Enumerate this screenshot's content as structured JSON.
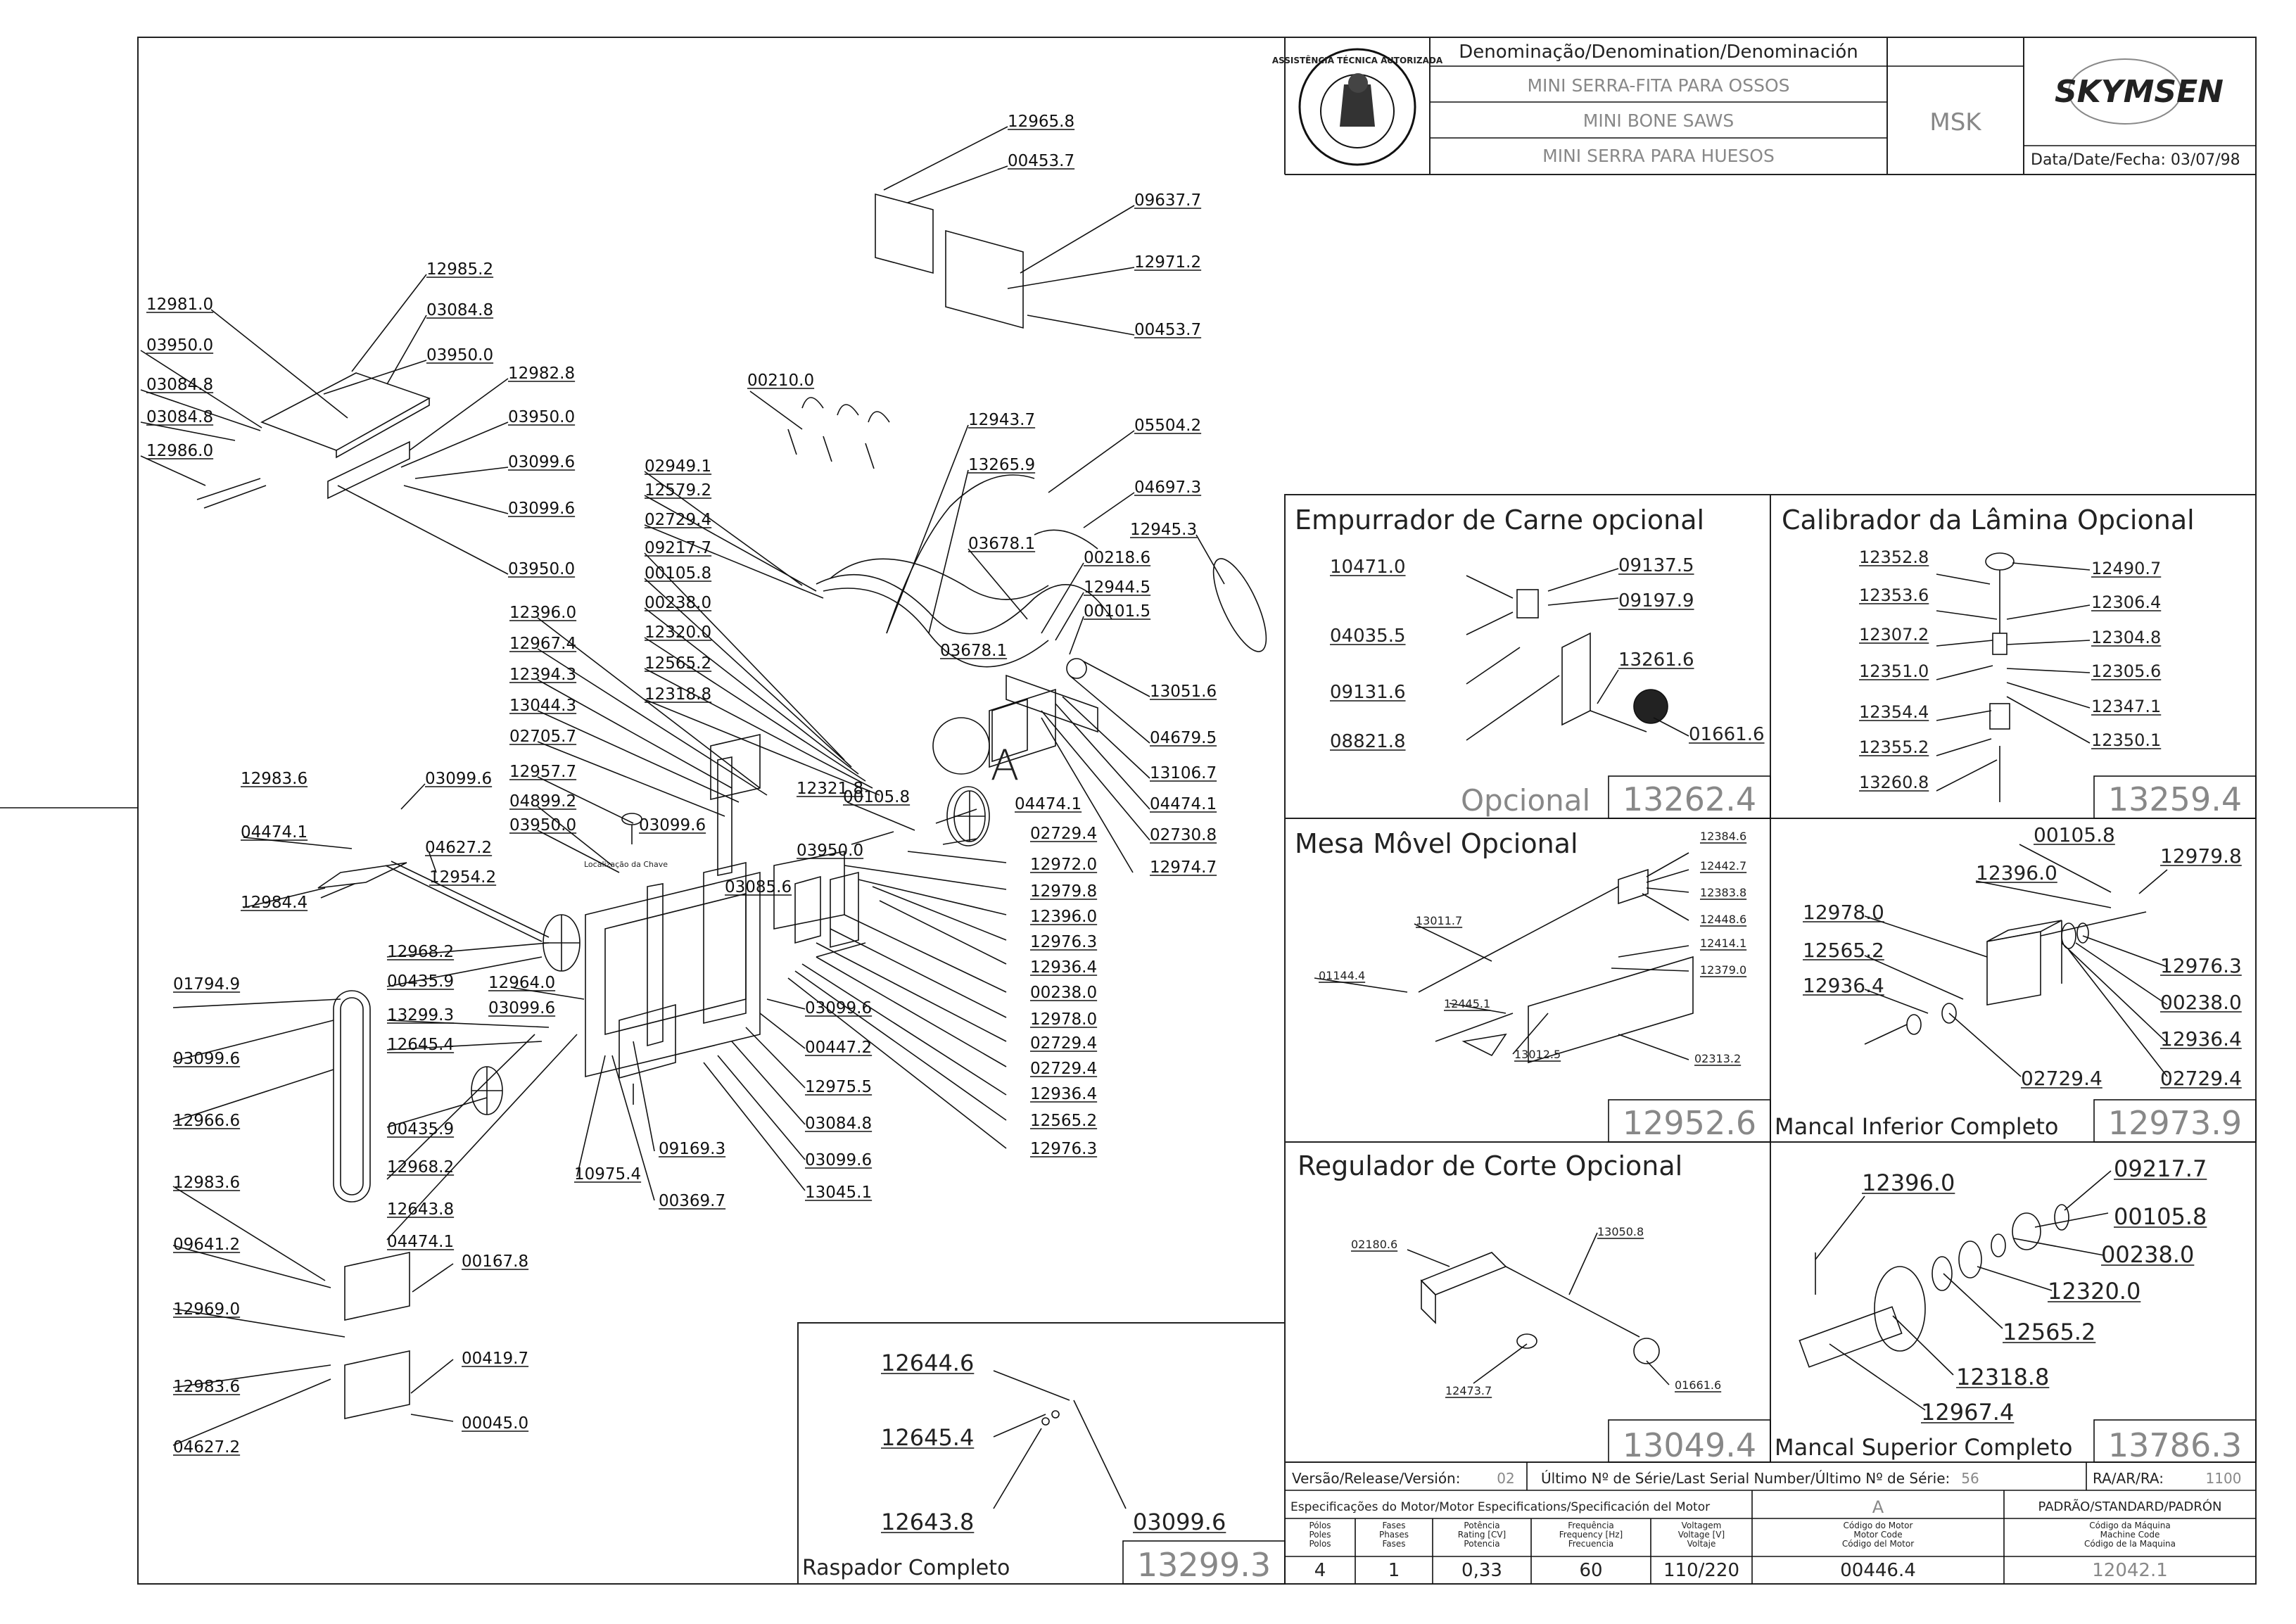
{
  "title_block": {
    "denomination_header": "Denominação/Denomination/Denominación",
    "name_pt": "MINI SERRA-FITA PARA OSSOS",
    "name_en": "MINI BONE SAWS",
    "name_es": "MINI SERRA PARA HUESOS",
    "model": "MSK",
    "brand": "SKYMSEN",
    "date": "Data/Date/Fecha: 03/07/98",
    "stamp_text": "ASSISTÊNCIA TÉCNICA AUTORIZADA"
  },
  "parts": {
    "p12965_8": "12965.8",
    "p00453_7a": "00453.7",
    "p09637_7": "09637.7",
    "p12971_2": "12971.2",
    "p00453_7b": "00453.7",
    "p12985_2": "12985.2",
    "p12981_0": "12981.0",
    "p03084_8a": "03084.8",
    "p03950_0a": "03950.0",
    "p03950_0b": "03950.0",
    "p03084_8b": "03084.8",
    "p03084_8c": "03084.8",
    "p12982_8": "12982.8",
    "p12986_0": "12986.0",
    "p03950_0c": "03950.0",
    "p03099_6a": "03099.6",
    "p03099_6b": "03099.6",
    "p03950_0d": "03950.0",
    "p00210_0": "00210.0",
    "p12943_7": "12943.7",
    "p05504_2": "05504.2",
    "p13265_9": "13265.9",
    "p04697_3": "04697.3",
    "p12945_3": "12945.3",
    "p02949_1": "02949.1",
    "p12579_2": "12579.2",
    "p02729_4a": "02729.4",
    "p09217_7": "09217.7",
    "p00105_8a": "00105.8",
    "p00238_0a": "00238.0",
    "p12320_0": "12320.0",
    "p12565_2a": "12565.2",
    "p12318_8": "12318.8",
    "p03678_1a": "03678.1",
    "p00218_6": "00218.6",
    "p12944_5": "12944.5",
    "p00101_5": "00101.5",
    "p03678_1b": "03678.1",
    "p13051_6": "13051.6",
    "p04679_5": "04679.5",
    "p13106_7": "13106.7",
    "p04474_1a": "04474.1",
    "p02730_8": "02730.8",
    "p12974_7": "12974.7",
    "p12396_0a": "12396.0",
    "p12967_4": "12967.4",
    "p12394_3": "12394.3",
    "p13044_3": "13044.3",
    "p02705_7": "02705.7",
    "p12957_7": "12957.7",
    "p04899_2": "04899.2",
    "p03950_0e": "03950.0",
    "p03099_6c": "03099.6",
    "p12321_8": "12321.8",
    "p03950_0f": "03950.0",
    "p00105_8b": "00105.8",
    "p04474_1b": "04474.1",
    "p02729_4b": "02729.4",
    "p12972_0": "12972.0",
    "p12979_8": "12979.8",
    "p12396_0b": "12396.0",
    "p12976_3a": "12976.3",
    "p12936_4a": "12936.4",
    "p00238_0b": "00238.0",
    "p12978_0": "12978.0",
    "p02729_4c": "02729.4",
    "p02729_4d": "02729.4",
    "p12936_4b": "12936.4",
    "p12565_2b": "12565.2",
    "p12976_3b": "12976.3",
    "p03085_6": "03085.6",
    "p12983_6a": "12983.6",
    "p03099_6d": "03099.6",
    "p04474_1c": "04474.1",
    "p04627_2a": "04627.2",
    "p12954_2": "12954.2",
    "p12984_4": "12984.4",
    "p12968_2a": "12968.2",
    "p00435_9a": "00435.9",
    "p12964_0": "12964.0",
    "p13299_3": "13299.3",
    "p03099_6e": "03099.6",
    "p12645_4": "12645.4",
    "p03099_6f": "03099.6",
    "p00447_2": "00447.2",
    "p12975_5": "12975.5",
    "p03084_8d": "03084.8",
    "p03099_6g": "03099.6",
    "p13045_1": "13045.1",
    "p09169_3": "09169.3",
    "p00369_7": "00369.7",
    "p10975_4": "10975.4",
    "p12643_8": "12643.8",
    "p04474_1d": "04474.1",
    "p00167_8": "00167.8",
    "p00419_7": "00419.7",
    "p00045_0": "00045.0",
    "p01794_9": "01794.9",
    "p03099_6h": "03099.6",
    "p12966_6": "12966.6",
    "p00435_9b": "00435.9",
    "p12968_2b": "12968.2",
    "p12983_6b": "12983.6",
    "p09641_2": "09641.2",
    "p12969_0": "12969.0",
    "p12983_6c": "12983.6",
    "p04627_2b": "04627.2"
  },
  "letter_a": "A",
  "loc_text": "Localização da Chave",
  "panels": {
    "raspador": {
      "labels": [
        "12644.6",
        "12645.4",
        "12643.8",
        "03099.6"
      ],
      "title": "Raspador Completo",
      "code": "13299.3"
    },
    "empurrador": {
      "title": "Empurrador de Carne opcional",
      "labels": [
        "10471.0",
        "09137.5",
        "09197.9",
        "04035.5",
        "13261.6",
        "09131.6",
        "01661.6",
        "08821.8"
      ],
      "subtitle": "Opcional",
      "code": "13262.4"
    },
    "calibrador": {
      "title": "Calibrador da Lâmina Opcional",
      "labels": [
        "12352.8",
        "12490.7",
        "12353.6",
        "12306.4",
        "12307.2",
        "12304.8",
        "12351.0",
        "12305.6",
        "12347.1",
        "12354.4",
        "12350.1",
        "12355.2",
        "13260.8"
      ],
      "code": "13259.4"
    },
    "mesa": {
      "title": "Mesa Môvel Opcional",
      "labels": [
        "12384.6",
        "12442.7",
        "12383.8",
        "12448.6",
        "13011.7",
        "12414.1",
        "12379.0",
        "01144.4",
        "12445.1",
        "13012.5",
        "02313.2"
      ],
      "code": "12952.6"
    },
    "mancal_inf": {
      "labels": [
        "00105.8",
        "12979.8",
        "12396.0",
        "12978.0",
        "12976.3",
        "12565.2",
        "00238.0",
        "12936.4",
        "12936.4",
        "02729.4",
        "02729.4"
      ],
      "title": "Mancal Inferior Completo",
      "code": "12973.9"
    },
    "regulador": {
      "title": "Regulador de Corte Opcional",
      "labels": [
        "02180.6",
        "13050.8",
        "12473.7",
        "01661.6"
      ],
      "code": "13049.4"
    },
    "mancal_sup": {
      "labels": [
        "12396.0",
        "09217.7",
        "00105.8",
        "00238.0",
        "12320.0",
        "12565.2",
        "12318.8",
        "12967.4"
      ],
      "title": "Mancal Superior Completo",
      "code": "13786.3"
    }
  },
  "footer": {
    "version_label": "Versão/Release/Versión:",
    "version": "02",
    "serial_label": "Último Nº de Série/Last Serial Number/Último Nº de Série:",
    "serial": "56",
    "ra_label": "RA/AR/RA:",
    "ra": "1100",
    "spec_label": "Especificações do Motor/Motor Especifications/Specificación del Motor",
    "col_a": "A",
    "col_std": "PADRÃO/STANDARD/PADRÓN",
    "h_poles": "Pólos\nPoles\nPolos",
    "h_phases": "Fases\nPhases\nFases",
    "h_power": "Potência\nRating [CV]\nPotencia",
    "h_freq": "Frequência\nFrequency [Hz]\nFrecuencia",
    "h_volt": "Voltagem\nVoltage [V]\nVoltaje",
    "h_motor": "Código do Motor\nMotor Code\nCódigo del Motor",
    "h_machine": "Código da Máquina\nMachine Code\nCódigo de la Maquina",
    "poles": "4",
    "phases": "1",
    "power": "0,33",
    "freq": "60",
    "volt": "110/220",
    "motor_code": "00446.4",
    "machine_code": "12042.1"
  }
}
